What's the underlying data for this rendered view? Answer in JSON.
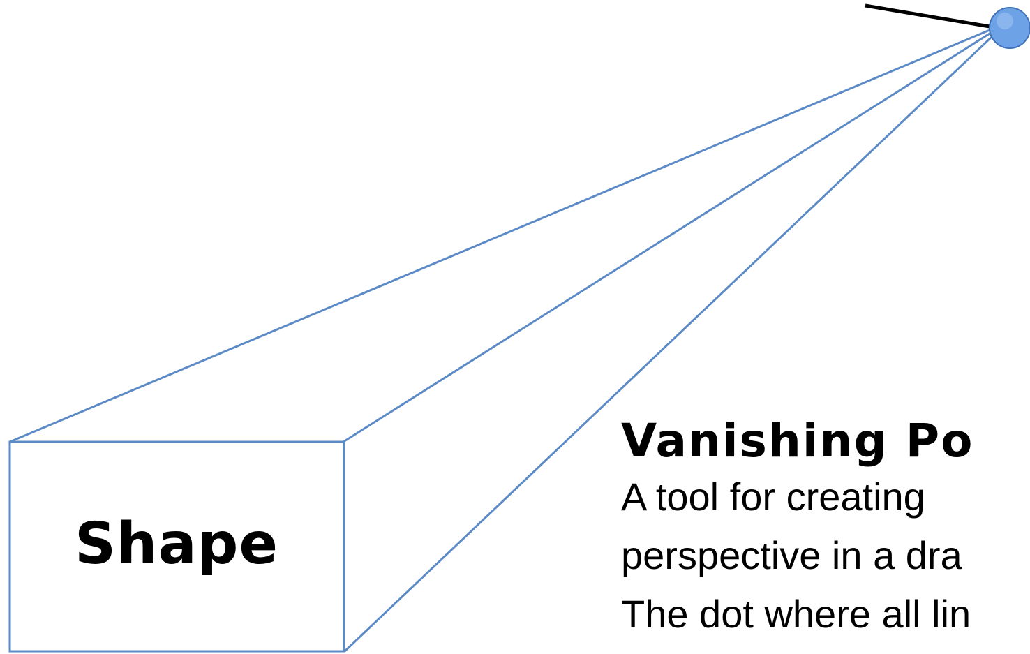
{
  "colors": {
    "line": "#5b8ac6",
    "dot_fill": "#6ea2e6",
    "dot_stroke": "#3f72b8",
    "pointer": "#000000",
    "text": "#000000"
  },
  "shape_label": "Shape",
  "vanishing_point": {
    "title": "Vanishing Po",
    "description_lines": [
      "A tool for creating",
      "perspective in a dra",
      "The dot where all lin"
    ]
  }
}
